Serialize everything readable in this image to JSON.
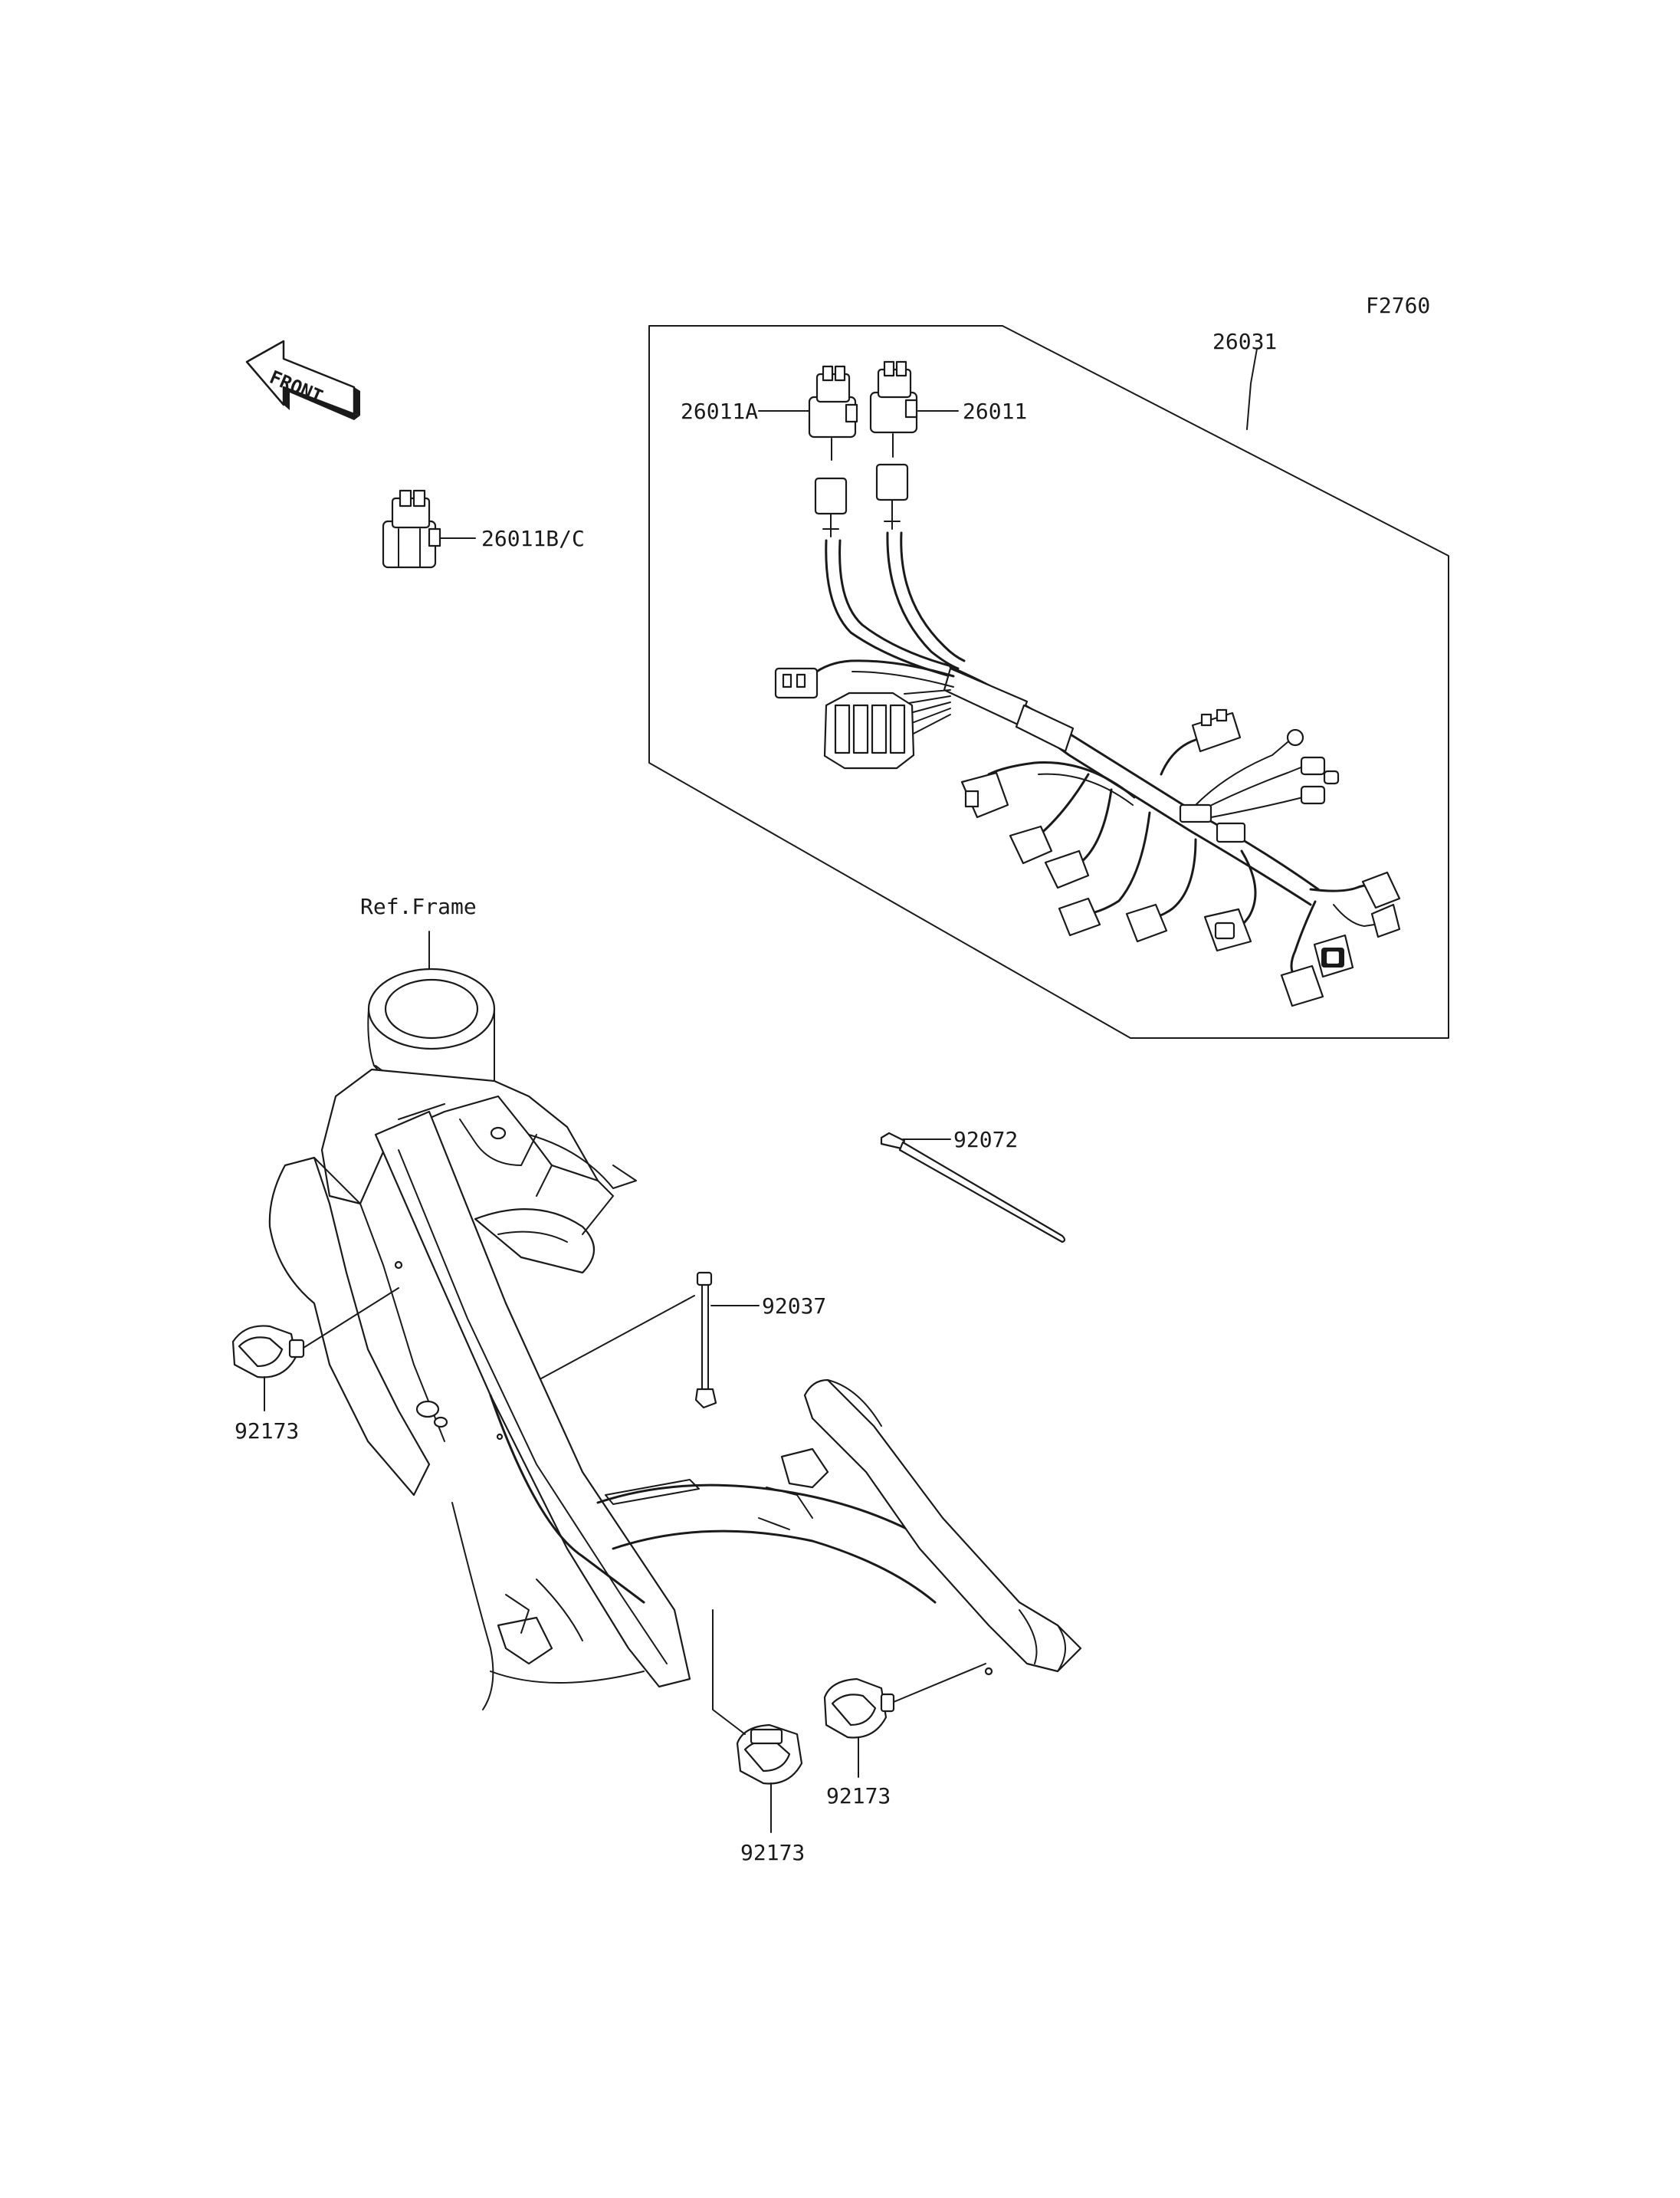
{
  "diagram_code": "F2760",
  "direction_badge": {
    "text": "FRONT",
    "icon": "front-direction-arrow-icon"
  },
  "reference": {
    "frame_label": "Ref.Frame"
  },
  "parts": {
    "p26031": "26031",
    "p26011A": "26011A",
    "p26011": "26011",
    "p26011BC": "26011B/C",
    "p92072": "92072",
    "p92037": "92037",
    "p92173_left": "92173",
    "p92173_bottom": "92173",
    "p92173_right": "92173"
  },
  "colors": {
    "ink": "#1a1a1a",
    "background": "#ffffff"
  }
}
